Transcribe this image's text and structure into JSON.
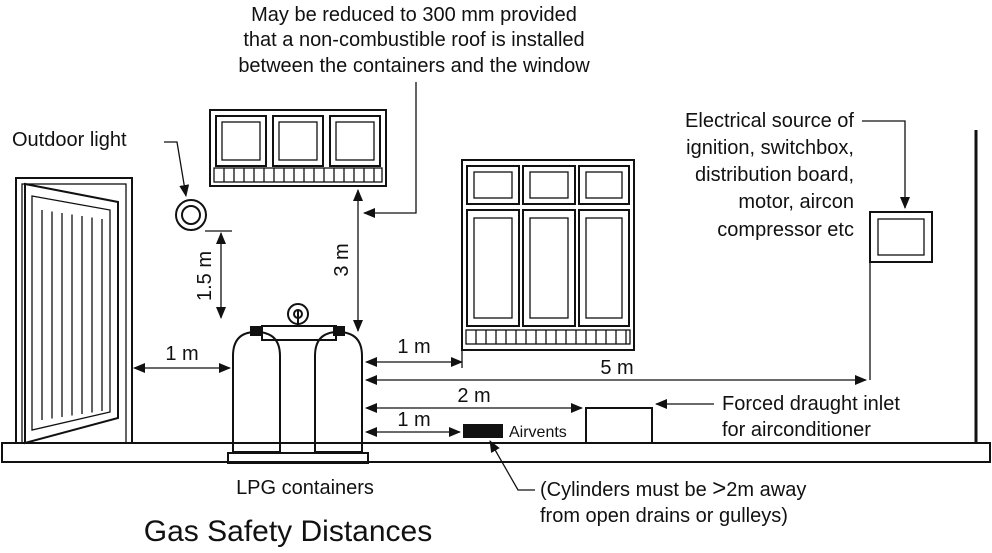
{
  "labels": {
    "note_top": [
      "May be reduced to 300 mm provided",
      "that a non-combustible roof is installed",
      "between the containers and the window"
    ],
    "outdoor_light": "Outdoor light",
    "electrical": [
      "Electrical source of",
      "ignition, switchbox,",
      "distribution board,",
      "motor, aircon",
      "compressor etc"
    ],
    "forced_draught": [
      "Forced draught inlet",
      "for airconditioner"
    ],
    "airvents": "Airvents",
    "cylinders_note_line1_pre": "(Cylinders must be ",
    "cylinders_note_symbol": ">",
    "cylinders_note_line1_post": "2m away",
    "cylinders_note_line2": "from open drains or gulleys)",
    "lpg": "LPG containers",
    "title": "Gas Safety Distances"
  },
  "distances": {
    "light_height": "1.5 m",
    "window_height": "3 m",
    "door": "1 m",
    "window_gap": "1 m",
    "electrical": "5 m",
    "forced_draught": "2 m",
    "airvents": "1 m"
  }
}
